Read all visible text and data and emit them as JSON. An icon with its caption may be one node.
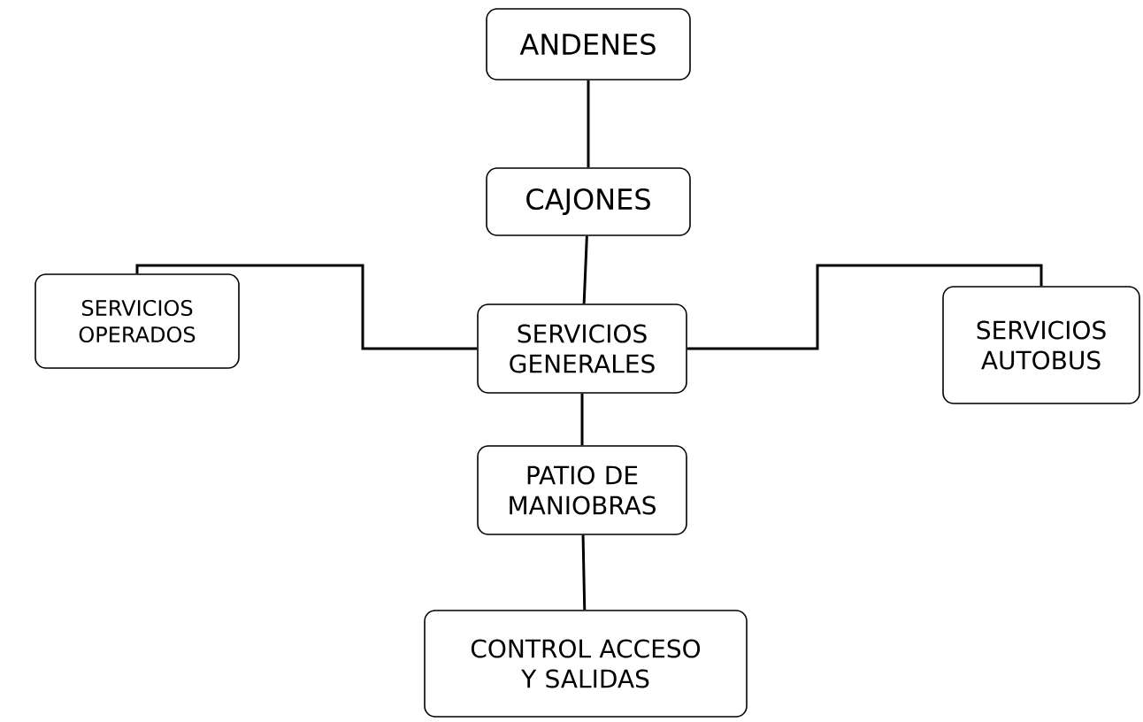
{
  "diagram": {
    "nodes": [
      {
        "text": [
          "ANDENES"
        ]
      },
      {
        "text": [
          "CAJONES"
        ]
      },
      {
        "text": [
          "SERVICIOS OPERADOS"
        ]
      },
      {
        "text": [
          "SERVICIOS GENERALES"
        ]
      },
      {
        "text": [
          "SERVICIOS AUTOBUS"
        ]
      },
      {
        "text": [
          "PATIO DE MANIOBRAS"
        ]
      },
      {
        "text": [
          "CONTROL ACCESO Y SALIDAS"
        ]
      }
    ],
    "edges": [
      {
        "from": 0,
        "to": 1,
        "arrow": "none"
      },
      {
        "from": 1,
        "to": 3,
        "arrow": "none"
      },
      {
        "from": 2,
        "to": 3,
        "arrow": "none"
      },
      {
        "from": 3,
        "to": 4,
        "arrow": "none"
      },
      {
        "from": 3,
        "to": 5,
        "arrow": "none"
      },
      {
        "from": 5,
        "to": 6,
        "arrow": "none"
      }
    ]
  }
}
